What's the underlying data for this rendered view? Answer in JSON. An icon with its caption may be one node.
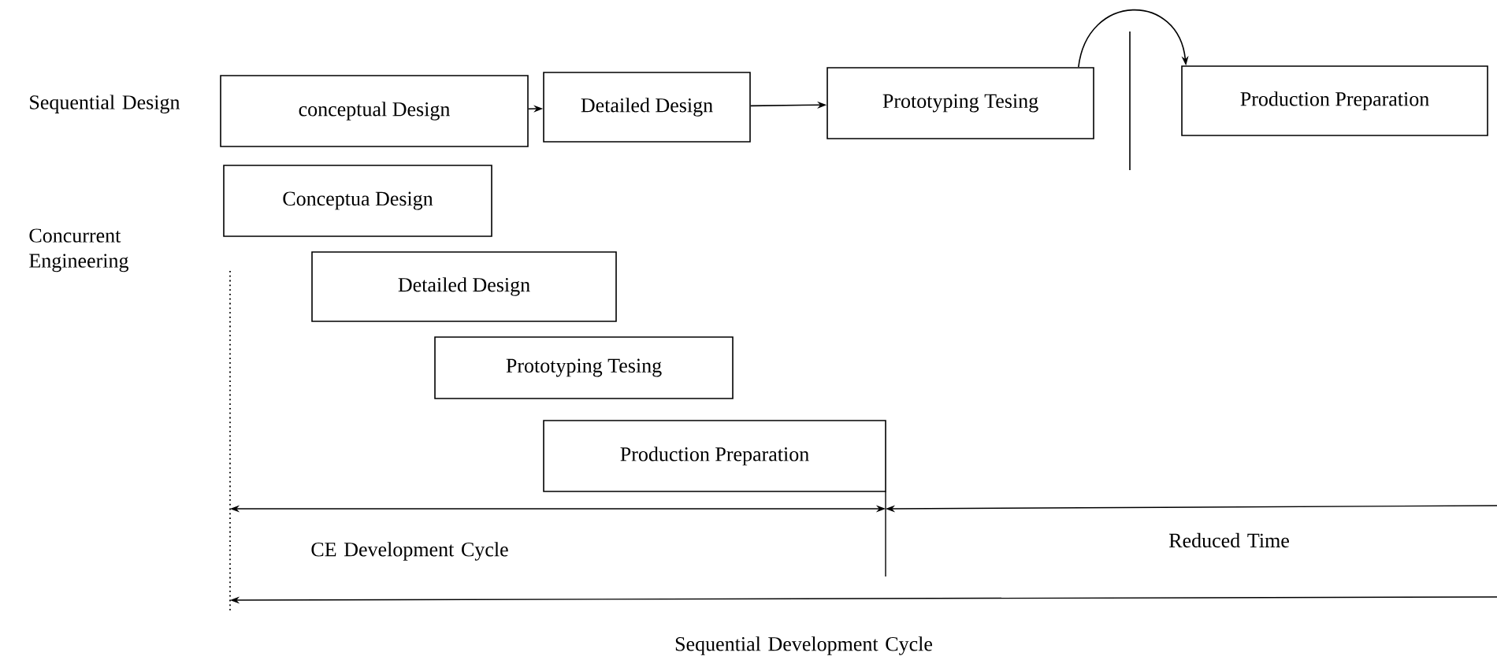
{
  "diagram": {
    "nodes": [
      {
        "text": [
          "conceptual Design"
        ]
      },
      {
        "text": [
          "Detailed Design"
        ]
      },
      {
        "text": [
          "Prototyping Tesing"
        ]
      },
      {
        "text": [
          "Production Preparation"
        ]
      },
      {
        "text": [
          "Conceptua Design"
        ]
      },
      {
        "text": [
          "Detailed Design"
        ]
      },
      {
        "text": [
          "Prototyping Tesing"
        ]
      },
      {
        "text": [
          "Production Preparation"
        ]
      }
    ],
    "edges": [
      {
        "from": 0,
        "to": 1,
        "arrow": "to"
      },
      {
        "from": 1,
        "to": 2,
        "arrow": "to"
      },
      {
        "from": 2,
        "to": 3,
        "arrow": "to"
      }
    ],
    "labels": [
      "Sequential Design",
      "Concurrent Engineering",
      "CE Development Cycle",
      "Reduced Time",
      "Sequential Development Cycle"
    ]
  }
}
